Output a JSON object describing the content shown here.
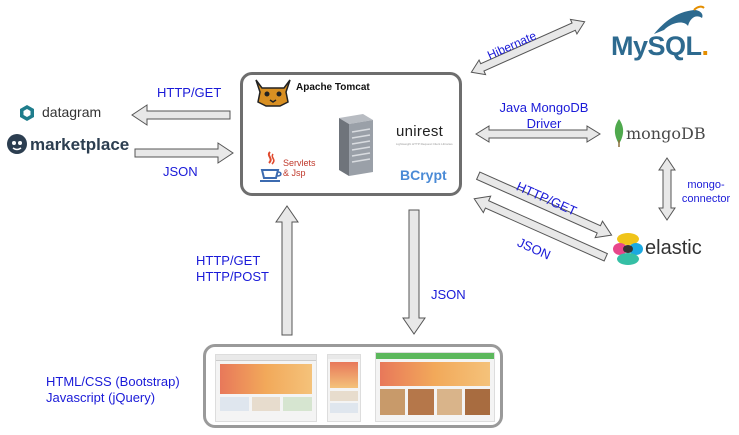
{
  "server": {
    "title": "Apache Tomcat",
    "servlets_line1": "Servlets",
    "servlets_line2": "& Jsp",
    "unirest": "unirest",
    "unirest_sub": "Lightweight HTTP Request Client Libraries",
    "bcrypt": "BCrypt"
  },
  "logos": {
    "datagram": "datagram",
    "marketplace": "marketplace",
    "mysql_main": "MySQL",
    "mysql_dot": ".",
    "mongodb": "mongoDB",
    "elastic": "elastic"
  },
  "edges": {
    "http_get_left": "HTTP/GET",
    "json_left": "JSON",
    "hibernate": "Hibernate",
    "java_mongodb": "Java MongoDB",
    "driver": "Driver",
    "mongo_connector_1": "mongo-",
    "mongo_connector_2": "connector",
    "http_get_elastic": "HTTP/GET",
    "json_elastic": "JSON",
    "client_get": "HTTP/GET",
    "client_post": "HTTP/POST",
    "json_down": "JSON"
  },
  "client": {
    "tech_1": "HTML/CSS (Bootstrap)",
    "tech_2": "Javascript (jQuery)"
  },
  "colors": {
    "label_blue": "#1a1ad8",
    "arrow_fill": "#e8e8e8",
    "arrow_stroke": "#555555",
    "tomcat_orange": "#d88f22",
    "mysql_blue": "#2d6a8f",
    "mongo_green": "#4fa94d",
    "datagram_teal": "#1f7d8c"
  }
}
